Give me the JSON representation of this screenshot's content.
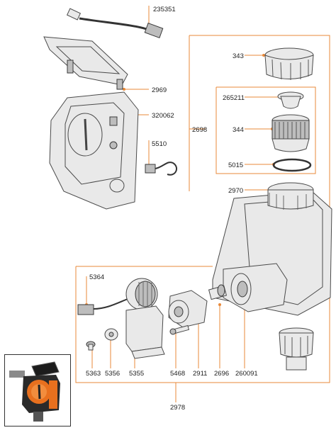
{
  "labels": {
    "l235351": "235351",
    "l2969": "2969",
    "l320062": "320062",
    "l5510": "5510",
    "l343": "343",
    "l265211": "265211",
    "l2698": "2698",
    "l344": "344",
    "l5015": "5015",
    "l2970": "2970",
    "l5364": "5364",
    "l5363": "5363",
    "l5356": "5356",
    "l5355": "5355",
    "l5468": "5468",
    "l2911": "2911",
    "l2696": "2696",
    "l260091": "260091",
    "l2978": "2978"
  },
  "colors": {
    "leader": "#e8893a",
    "part_fill": "#e9e9e9",
    "part_outline": "#4a4a4a",
    "product_orange": "#e8701e",
    "product_black": "#2a2a2a"
  }
}
